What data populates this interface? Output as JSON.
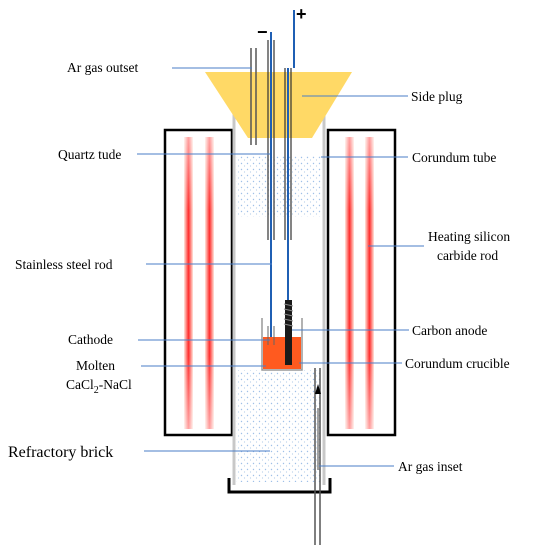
{
  "labels": {
    "ar_gas_outset": "Ar gas outset",
    "side_plug": "Side plug",
    "quartz_tude": "Quartz tude",
    "corundum_tube": "Corundum tube",
    "heating_rod_line1": "Heating silicon",
    "heating_rod_line2": "carbide rod",
    "stainless_steel_rod": "Stainless steel rod",
    "cathode": "Cathode",
    "carbon_anode": "Carbon anode",
    "molten_line1": "Molten",
    "molten_line2_base": "CaCl",
    "molten_line2_sub": "2",
    "molten_line2_rest": "-NaCl",
    "corundum_crucible": "Corundum crucible",
    "refractory_brick": "Refractory brick",
    "ar_gas_inset": "Ar gas inset"
  },
  "terminals": {
    "negative": "−",
    "positive": "+"
  },
  "colors": {
    "furnace_wall": "#000000",
    "heater_glow": "#ff2a2a",
    "heater_edge": "#ffd9c8",
    "side_plug": "#ffd966",
    "leader_line": "#4a7ec7",
    "electrode_rod": "#1f5fb4",
    "molten_salt": "#ff5a1f",
    "speckle": "#9fc0e8"
  }
}
